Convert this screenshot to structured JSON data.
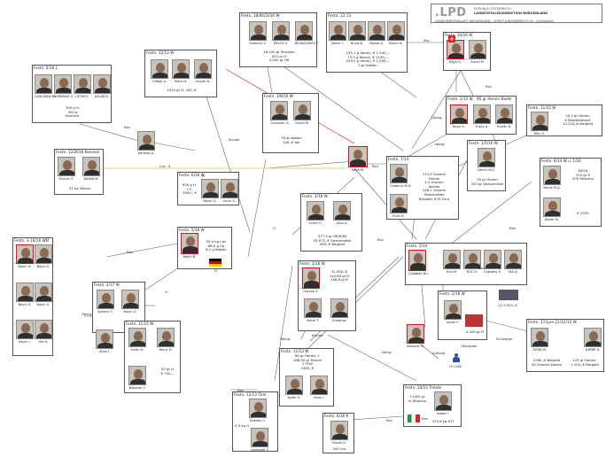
{
  "header": {
    "logo": ".LPD",
    "republik": "REPUBLIK ÖSTERREICH",
    "direktion": "LANDESPOLIZEIDIREKTION BURGENLAND",
    "department": "LANDESKRIMINALAMT BURGENLAND – ERMITTLUNGSBEREICH 09 – Suchtmittel"
  },
  "groups": {
    "g1": {
      "title": "Festn. 5/16 L",
      "people": [
        "CASLAYAN N.",
        "KORKMAZ C.",
        "CETIN E.",
        "ASLAN E."
      ],
      "note": "300 g H.\n300 g\nStreckm."
    },
    "g2": {
      "title": "Festn. 12/12 W",
      "people": [
        "Ciftkal A.",
        "Tokur H.",
        "Guven D."
      ],
      "note": "1035 gr H, 340,-€"
    },
    "g3": {
      "title": "Festn. 18/06/2016 W",
      "people": [
        "Ozdemir S.",
        "ERSOY S.",
        "BOYADZHIEV F."
      ],
      "note": "18.100 gr Streckm\n523 gr H\n2.000 gr OK"
    },
    "g4": {
      "title": "Festn. 12-13",
      "people": [
        "Demir I.",
        "Bulut B.",
        "Toprak A.",
        "Baum N."
      ],
      "note": "235,1 g Heroin, € 1.440,--\n73,0 g Heroin, € 3130,--\n209,0 g Heroin, € 1.045,--\n3 gr Kokain"
    },
    "g5": {
      "title": "Festn. 10/16 W",
      "people": [
        "Kaya G.",
        "Gunel M."
      ]
    },
    "g6": {
      "title": "Festn. 2/15 W",
      "note2": "90 gr Heroin  Nadel",
      "people": [
        "Kaya G.",
        "Ersoy A.",
        "Gunen K."
      ]
    },
    "g7": {
      "title": "Festn. 11/15 W",
      "person": "Kilic O.",
      "note": "20,4 gr Heroin\n6 Mobiltelefone\n10.220,-€ Bargeld"
    },
    "g8": {
      "title": "Festn. 1/8/16 W",
      "people": [
        "Gurbuzer G.",
        "Gunel M."
      ],
      "note": "78 gr Kokain\n240,-€ bar"
    },
    "g9": {
      "title": "Festn. 12/2016 Kennani",
      "people": [
        "Gulcan S.",
        "BAYAN M."
      ],
      "note": "31 kg Heroin"
    },
    "g10": {
      "title": "Festn. 6/16 W",
      "people": [
        "Bayin G.",
        "Uzun G."
      ],
      "note": "950 g H,\n1 C,\n3000,- €"
    },
    "g11": {
      "title": "Festn. 1/5/16 W",
      "person": "Demir M.E.",
      "note": "30 gr Heroin\n320 gr Streckmittel"
    },
    "g12": {
      "title": "Festn. 7/14",
      "people": [
        "Ozdemir M.A.",
        "Ersin B."
      ],
      "note": "174,9 Gramm\nHeroin\n4,5 Gramm\nKokain\n148,1 Gramm\nStreckmittel\nBargeld: 870 Euro"
    },
    "g13": {
      "title": "Festn. 6/14 W u. 1/16",
      "people": [
        "Barak M.A.",
        "Barak M."
      ],
      "note": "640 €\n120 gr H\n200 Streckm",
      "note3": "€ 2335"
    },
    "g14": {
      "title": "Festn. 3/16 W",
      "people": [
        "Cirikci H.",
        "Aksu A."
      ],
      "note": "577,5 gr HEROIN\n53.975,-€ Streckmittel\n995,-€ Bargeld"
    },
    "g15": {
      "title": "Festn. 3-10/16 WN",
      "people": [
        "Bayin H.",
        "Bayin S.",
        "Bayin S.",
        "Bayin U.",
        "Bayin I.",
        "Alic K."
      ]
    },
    "g16": {
      "title": "Festn. 5/16 W",
      "person": "Bayin B.",
      "note": "50,4 kg Coc\n66,5 g Cp\n8,1 g Kokain"
    },
    "g17": {
      "title": "Festn. 5/14",
      "people": [
        "Cakabey Nu.",
        "Erol M.",
        "KOC H.",
        "Cakabey E.",
        "TAS N."
      ],
      "note": "12.3.835,-€"
    },
    "g18": {
      "title": "Festn. 2/17 W",
      "people": [
        "Sprieck E.",
        "Bayin G.",
        "Okdu I."
      ]
    },
    "g19": {
      "title": "Festn. 11/15 W",
      "people": [
        "Ercan H.",
        "Yavuz D.",
        "Basaran F."
      ],
      "note": "50 gr H\n€ 720,--"
    },
    "g20": {
      "title": "Festn. 2/16 W",
      "people": [
        "Gursoy Z.",
        "Artuk T.",
        "Ertoshaz"
      ],
      "note": "31.550,-€\n140,60 gr H\n158,8 gr K"
    },
    "g21": {
      "title": "Festn. 2/16 W",
      "person": "Aydin F.",
      "note": "4.400 gr H"
    },
    "g22": {
      "title": "Festn. 17/Ljov 21/12/15 W",
      "people": [
        "TATAR M.",
        "DEMIR A."
      ],
      "note": "1260,-€ Bargeld\n40 Gramm Kokain",
      "note3": "125 gr Heroin,\n1.105,-€ Bargeld"
    },
    "g23": {
      "title": "Festn. 11/13 W",
      "people": [
        "Aydin O.",
        "Kara I."
      ],
      "note": "60 gr Heroin +\n186,50 gr Heroin\n2 FFW\n1905,-€"
    },
    "g24": {
      "title": "Festn. 12/13 Tirol",
      "people": [
        "Gokhan C.",
        "Gurbuzer F."
      ],
      "note": "4,5 kg H"
    },
    "g25": {
      "title": "Festn. 10/13 Trieste",
      "person": "Asseli I.",
      "note": "+1000 gr\nm.Streckm",
      "note3": "475,8 kg H??"
    },
    "g26": {
      "title": "Festn. 6/16 K",
      "person": "Durdu U.",
      "note": "200 Coc"
    }
  },
  "singles": {
    "kormaz": "Kormaz A.",
    "kaya_m": "Kaya M.",
    "aksoy": "Akkoyun R.",
    "uthaw": "UT-JVW"
  },
  "link_labels": [
    "Bez",
    "Bez",
    "Bez",
    "Coc. H",
    "Bruder",
    "Bruder",
    "Bez",
    "Bez",
    "Überg.",
    "Überg.",
    "Überg.",
    "Überg.",
    "H",
    "H",
    "H",
    "Schwager",
    "Bez",
    "Bez",
    "Bez",
    "Überg.",
    "Auftrag",
    "Übergabe",
    "Bez",
    "Bez",
    "Bez"
  ],
  "flag_de": "D",
  "legend_colors": {
    "link": "#555555",
    "highlight": "#d11111",
    "yellow_link": "#e6d36a"
  }
}
